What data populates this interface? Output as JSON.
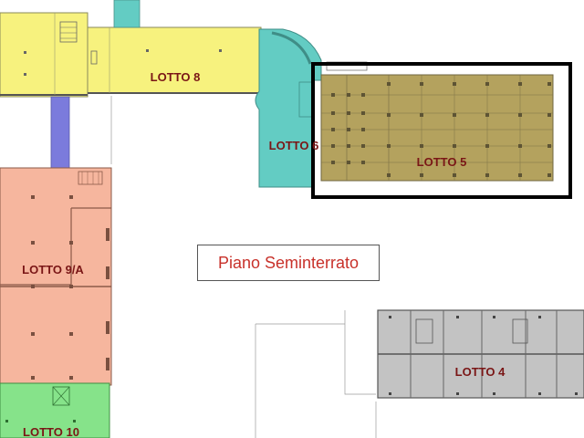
{
  "plan": {
    "title": "Piano Seminterrato",
    "lots": [
      {
        "id": "lotto-8",
        "label": "LOTTO 8",
        "color": "#f7f27e"
      },
      {
        "id": "lotto-6",
        "label": "LOTTO 6",
        "color": "#63ccc3"
      },
      {
        "id": "lotto-5",
        "label": "LOTTO 5",
        "color": "#b4a25e"
      },
      {
        "id": "lotto-9a",
        "label": "LOTTO 9/A",
        "color": "#f6b69e"
      },
      {
        "id": "lotto-10",
        "label": "LOTTO 10",
        "color": "#86e38a"
      },
      {
        "id": "lotto-4",
        "label": "LOTTO 4",
        "color": "#c3c3c3"
      }
    ],
    "connector_color": "#7b7bdc",
    "highlight": {
      "target": "LOTTO 5",
      "stroke": "#000000"
    }
  }
}
